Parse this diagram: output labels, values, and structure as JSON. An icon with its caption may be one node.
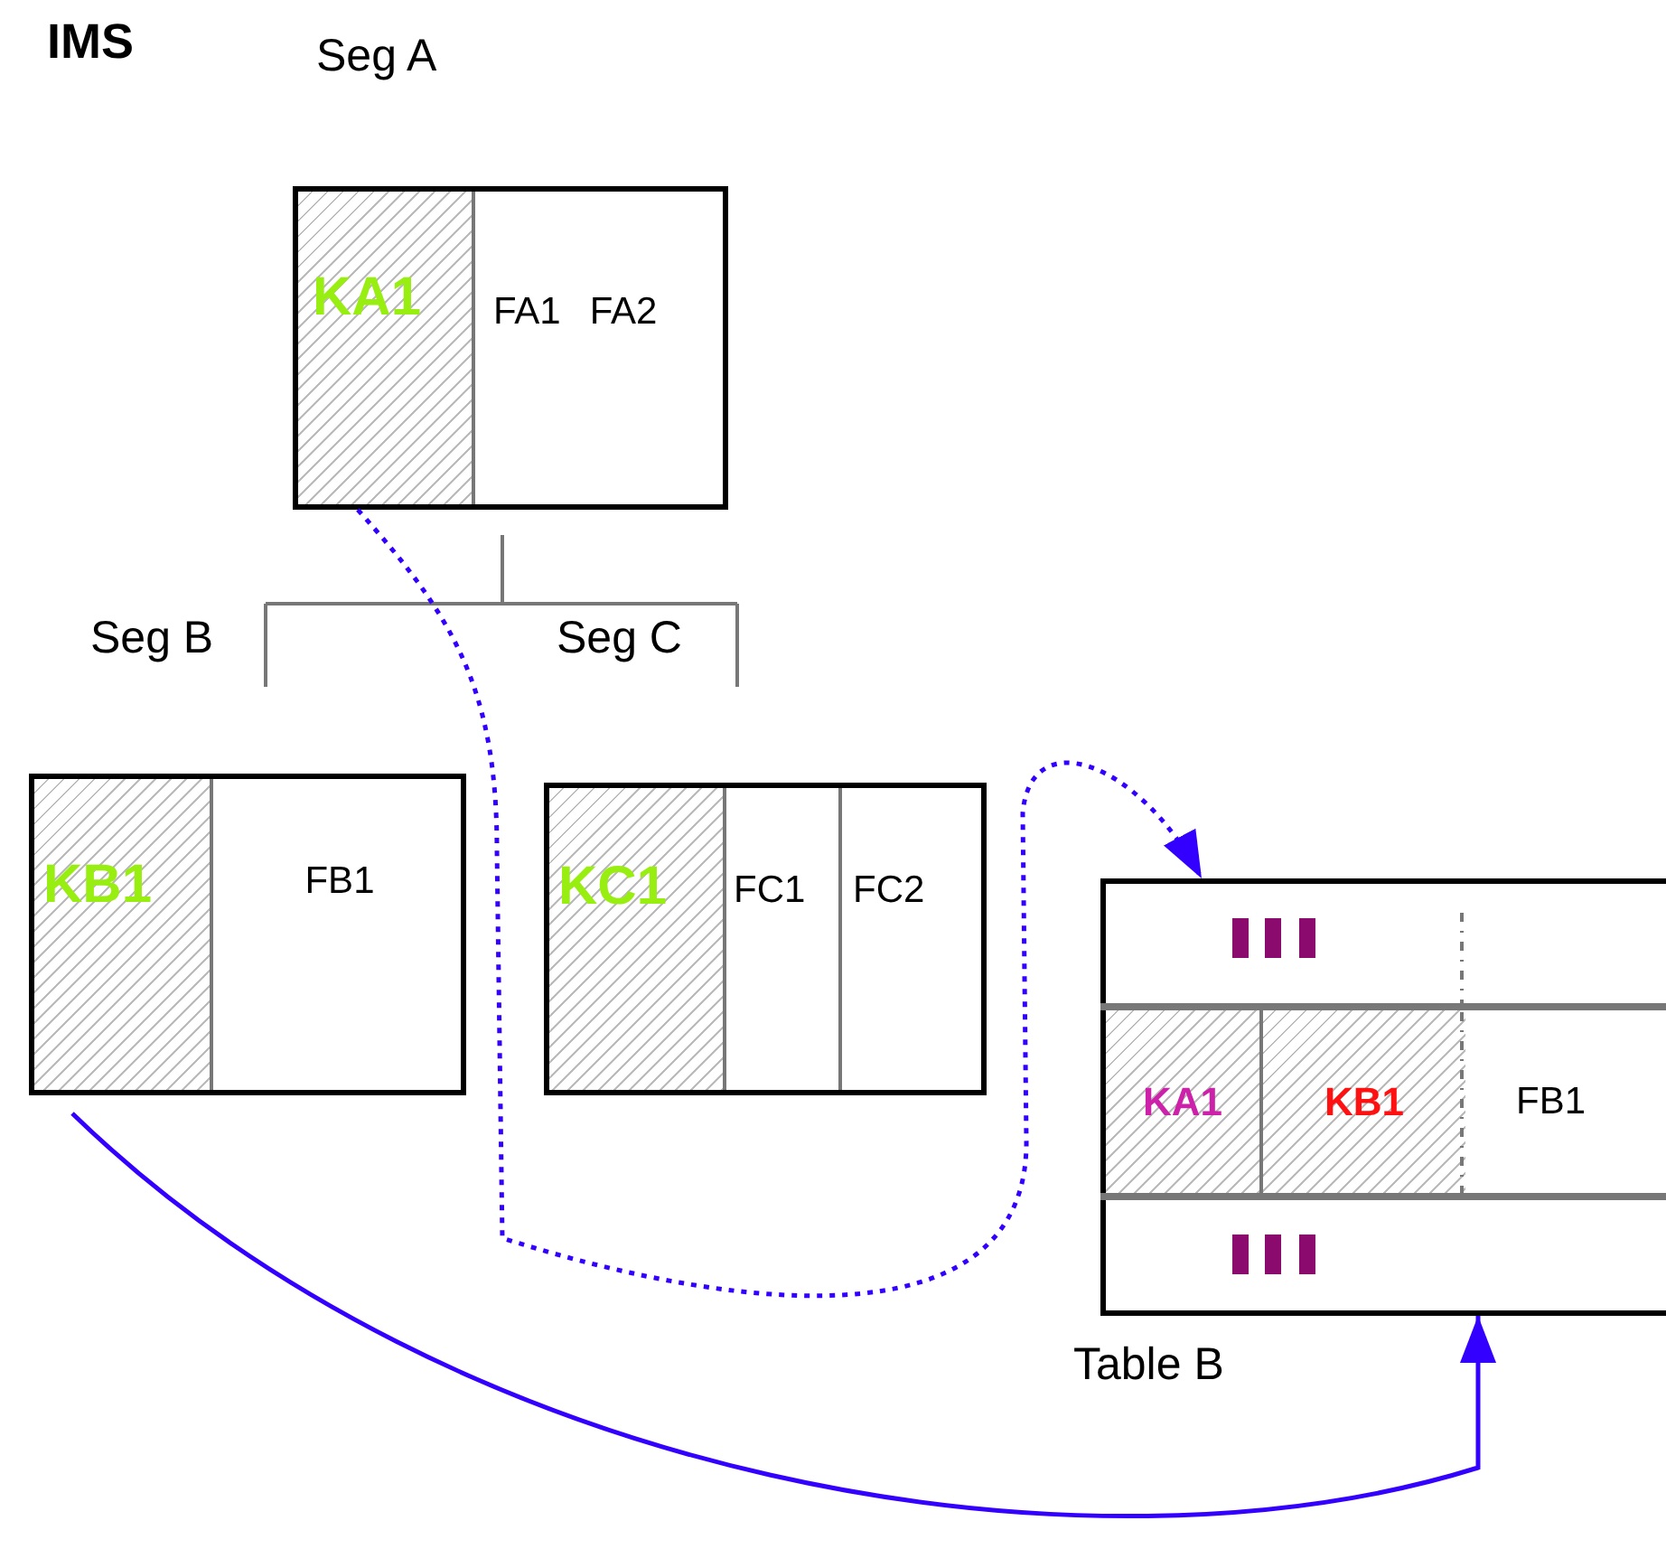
{
  "diagram": {
    "title": "IMS",
    "nodes": [
      {
        "text": [],
        "shape": "box",
        "beside": [
          "Seg A"
        ]
      },
      {
        "text": [
          "KA1"
        ],
        "in": 0
      },
      {
        "text": [
          "FA1",
          "FA2"
        ],
        "in": 0
      },
      {
        "text": [],
        "shape": "box",
        "beside": [
          "Seg B"
        ]
      },
      {
        "text": [
          "KB1"
        ],
        "in": 3
      },
      {
        "text": [
          "FB1"
        ],
        "in": 3
      },
      {
        "text": [],
        "shape": "box",
        "beside": [
          "Seg C"
        ]
      },
      {
        "text": [
          "KC1"
        ],
        "in": 6
      },
      {
        "text": [
          "FC1"
        ],
        "in": 6
      },
      {
        "text": [
          "FC2"
        ],
        "in": 6
      },
      {
        "text": [],
        "shape": "box",
        "beside": [
          "Table B"
        ]
      },
      {
        "text": [
          "KA1"
        ],
        "in": 10
      },
      {
        "text": [
          "KB1"
        ],
        "in": 10
      },
      {
        "text": [
          "FB1"
        ],
        "in": 10
      }
    ],
    "edges": [
      {
        "from": 1,
        "to": 10,
        "arrow": "to",
        "style": "dashed"
      },
      {
        "from": 4,
        "to": 10,
        "arrow": "to"
      }
    ]
  }
}
